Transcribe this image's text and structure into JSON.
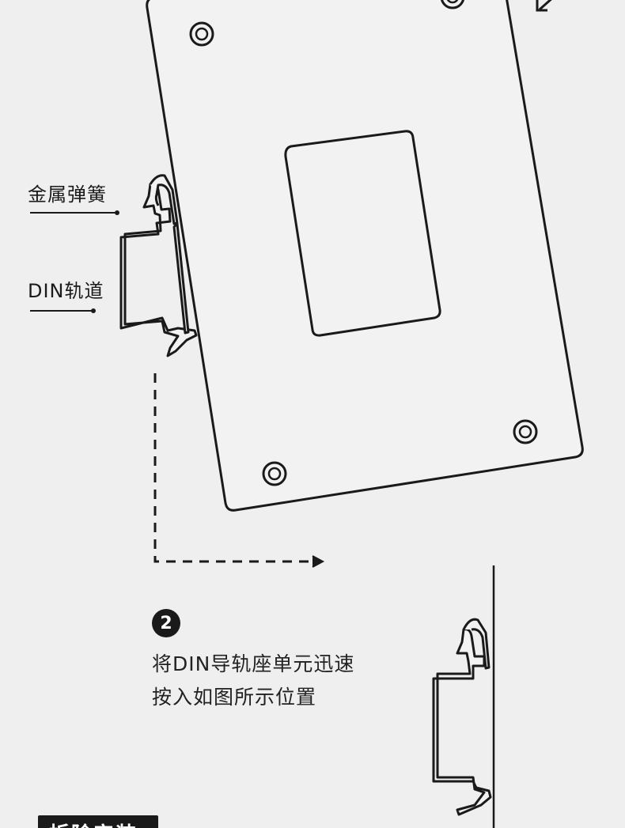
{
  "labels": {
    "metal_spring": "金属弹簧",
    "din_rail": "DIN轨道"
  },
  "step": {
    "number": "2",
    "line1": "将DIN导轨座单元迅速",
    "line2": "按入如图所示位置"
  },
  "bottom_tab": {
    "text": "拆除安装"
  },
  "colors": {
    "background": "#efefef",
    "stroke": "#1a1a1a",
    "badge": "#1a1a1a"
  }
}
